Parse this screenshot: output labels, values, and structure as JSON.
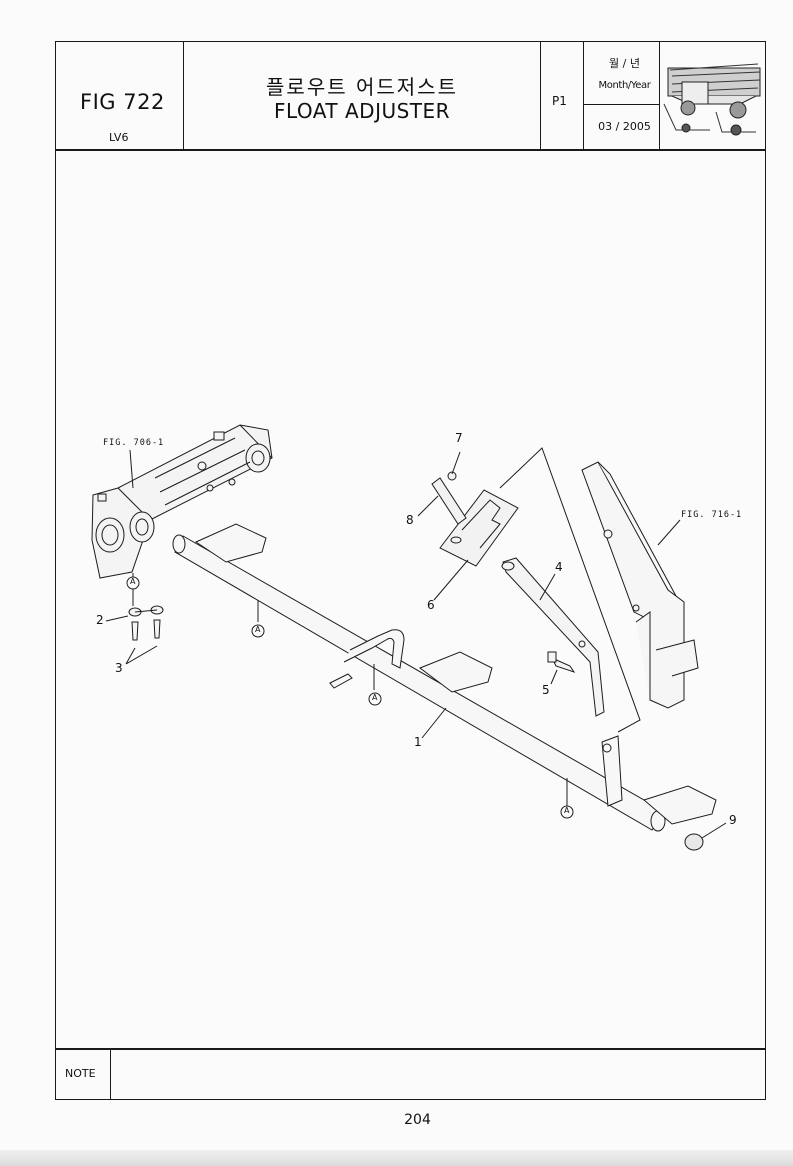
{
  "header": {
    "figure_number": "FIG 722",
    "model": "LV6",
    "title_korean": "플로우트 어드저스트",
    "title_english": "FLOAT ADJUSTER",
    "page_code": "P1",
    "month_year_korean": "월 / 년",
    "month_year_label": "Month/Year",
    "date": "03 / 2005",
    "thumbnail_icon": "rice-transplanter-illustration"
  },
  "diagram": {
    "reference_labels": [
      "FIG. 706-1",
      "FIG. 716-1"
    ],
    "callouts": [
      "1",
      "2",
      "3",
      "4",
      "5",
      "6",
      "7",
      "8",
      "9"
    ],
    "connector_symbol": "A"
  },
  "footer": {
    "note_label": "NOTE",
    "page_number": "204"
  }
}
